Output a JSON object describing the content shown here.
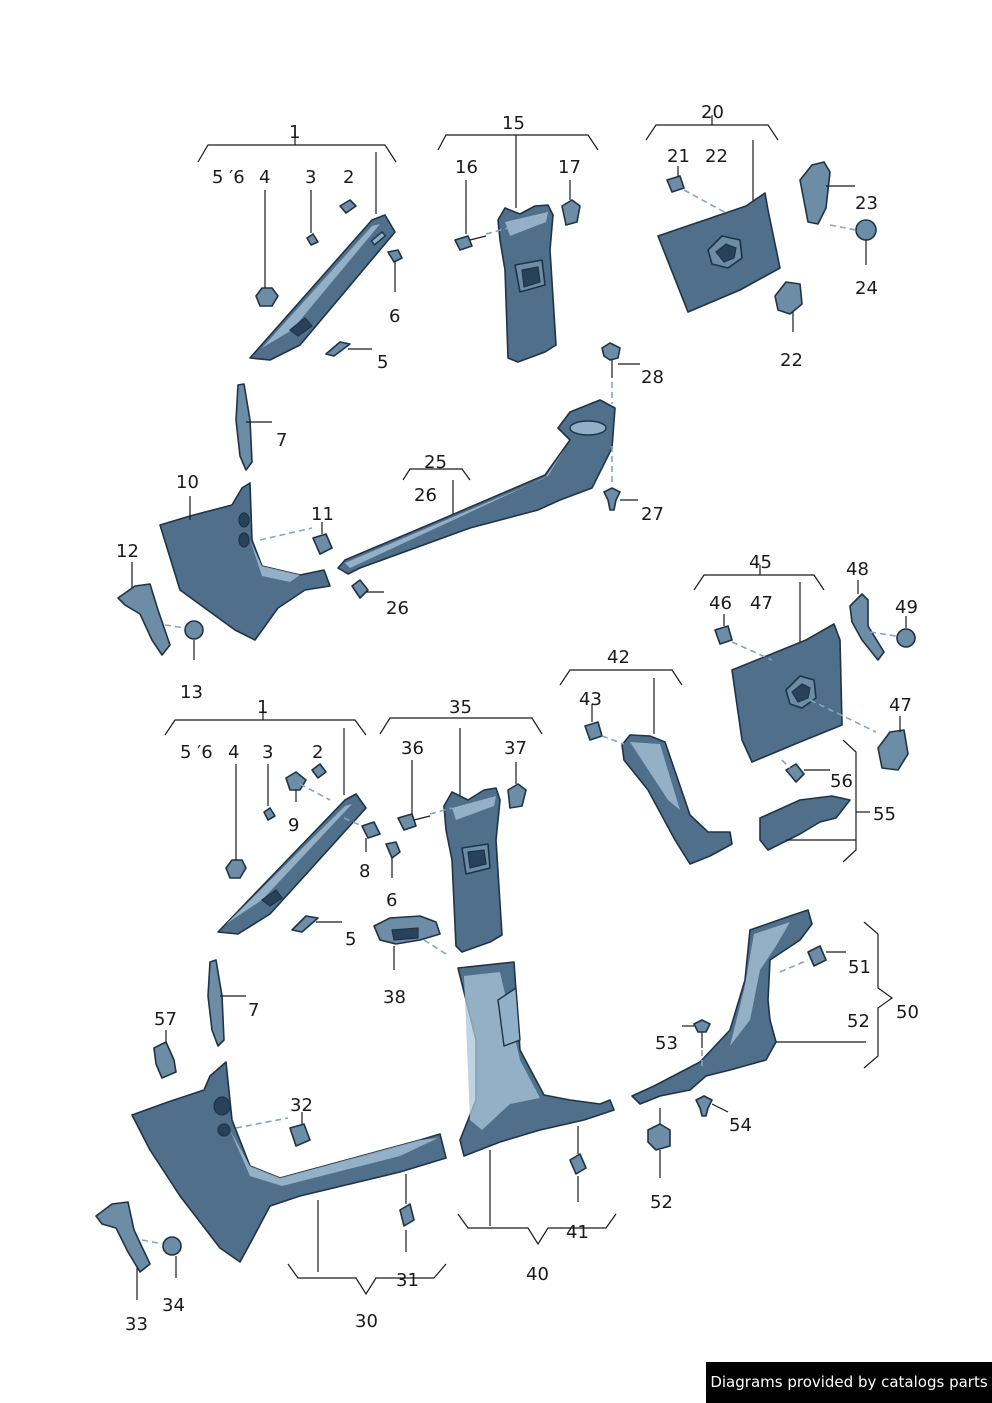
{
  "credit": "Diagrams provided by catalogs parts",
  "labels": [
    {
      "id": "l1a",
      "text": "1"
    },
    {
      "id": "l56a",
      "text": "5 ′6"
    },
    {
      "id": "l4a",
      "text": "4"
    },
    {
      "id": "l3a",
      "text": "3"
    },
    {
      "id": "l2a",
      "text": "2"
    },
    {
      "id": "l6a",
      "text": "6"
    },
    {
      "id": "l5a",
      "text": "5"
    },
    {
      "id": "l15",
      "text": "15"
    },
    {
      "id": "l16",
      "text": "16"
    },
    {
      "id": "l17",
      "text": "17"
    },
    {
      "id": "l20",
      "text": "20"
    },
    {
      "id": "l21",
      "text": "21"
    },
    {
      "id": "l22a",
      "text": "22"
    },
    {
      "id": "l23",
      "text": "23"
    },
    {
      "id": "l24",
      "text": "24"
    },
    {
      "id": "l22b",
      "text": "22"
    },
    {
      "id": "l28",
      "text": "28"
    },
    {
      "id": "l7a",
      "text": "7"
    },
    {
      "id": "l25",
      "text": "25"
    },
    {
      "id": "l26a",
      "text": "26"
    },
    {
      "id": "l10",
      "text": "10"
    },
    {
      "id": "l11",
      "text": "11"
    },
    {
      "id": "l27",
      "text": "27"
    },
    {
      "id": "l12",
      "text": "12"
    },
    {
      "id": "l26b",
      "text": "26"
    },
    {
      "id": "l13",
      "text": "13"
    },
    {
      "id": "l45",
      "text": "45"
    },
    {
      "id": "l46",
      "text": "46"
    },
    {
      "id": "l47a",
      "text": "47"
    },
    {
      "id": "l48",
      "text": "48"
    },
    {
      "id": "l49",
      "text": "49"
    },
    {
      "id": "l42",
      "text": "42"
    },
    {
      "id": "l43",
      "text": "43"
    },
    {
      "id": "l47b",
      "text": "47"
    },
    {
      "id": "l56",
      "text": "56"
    },
    {
      "id": "l55",
      "text": "55"
    },
    {
      "id": "l1b",
      "text": "1"
    },
    {
      "id": "l35",
      "text": "35"
    },
    {
      "id": "l56b",
      "text": "5 ′6"
    },
    {
      "id": "l4b",
      "text": "4"
    },
    {
      "id": "l3b",
      "text": "3"
    },
    {
      "id": "l2b",
      "text": "2"
    },
    {
      "id": "l36",
      "text": "36"
    },
    {
      "id": "l37",
      "text": "37"
    },
    {
      "id": "l9",
      "text": "9"
    },
    {
      "id": "l8",
      "text": "8"
    },
    {
      "id": "l6b",
      "text": "6"
    },
    {
      "id": "l5b",
      "text": "5"
    },
    {
      "id": "l38",
      "text": "38"
    },
    {
      "id": "l7b",
      "text": "7"
    },
    {
      "id": "l57",
      "text": "57"
    },
    {
      "id": "l51",
      "text": "51"
    },
    {
      "id": "l52a",
      "text": "52"
    },
    {
      "id": "l50",
      "text": "50"
    },
    {
      "id": "l53",
      "text": "53"
    },
    {
      "id": "l32",
      "text": "32"
    },
    {
      "id": "l54",
      "text": "54"
    },
    {
      "id": "l52b",
      "text": "52"
    },
    {
      "id": "l41",
      "text": "41"
    },
    {
      "id": "l31",
      "text": "31"
    },
    {
      "id": "l40",
      "text": "40"
    },
    {
      "id": "l34",
      "text": "34"
    },
    {
      "id": "l33",
      "text": "33"
    },
    {
      "id": "l30",
      "text": "30"
    }
  ]
}
